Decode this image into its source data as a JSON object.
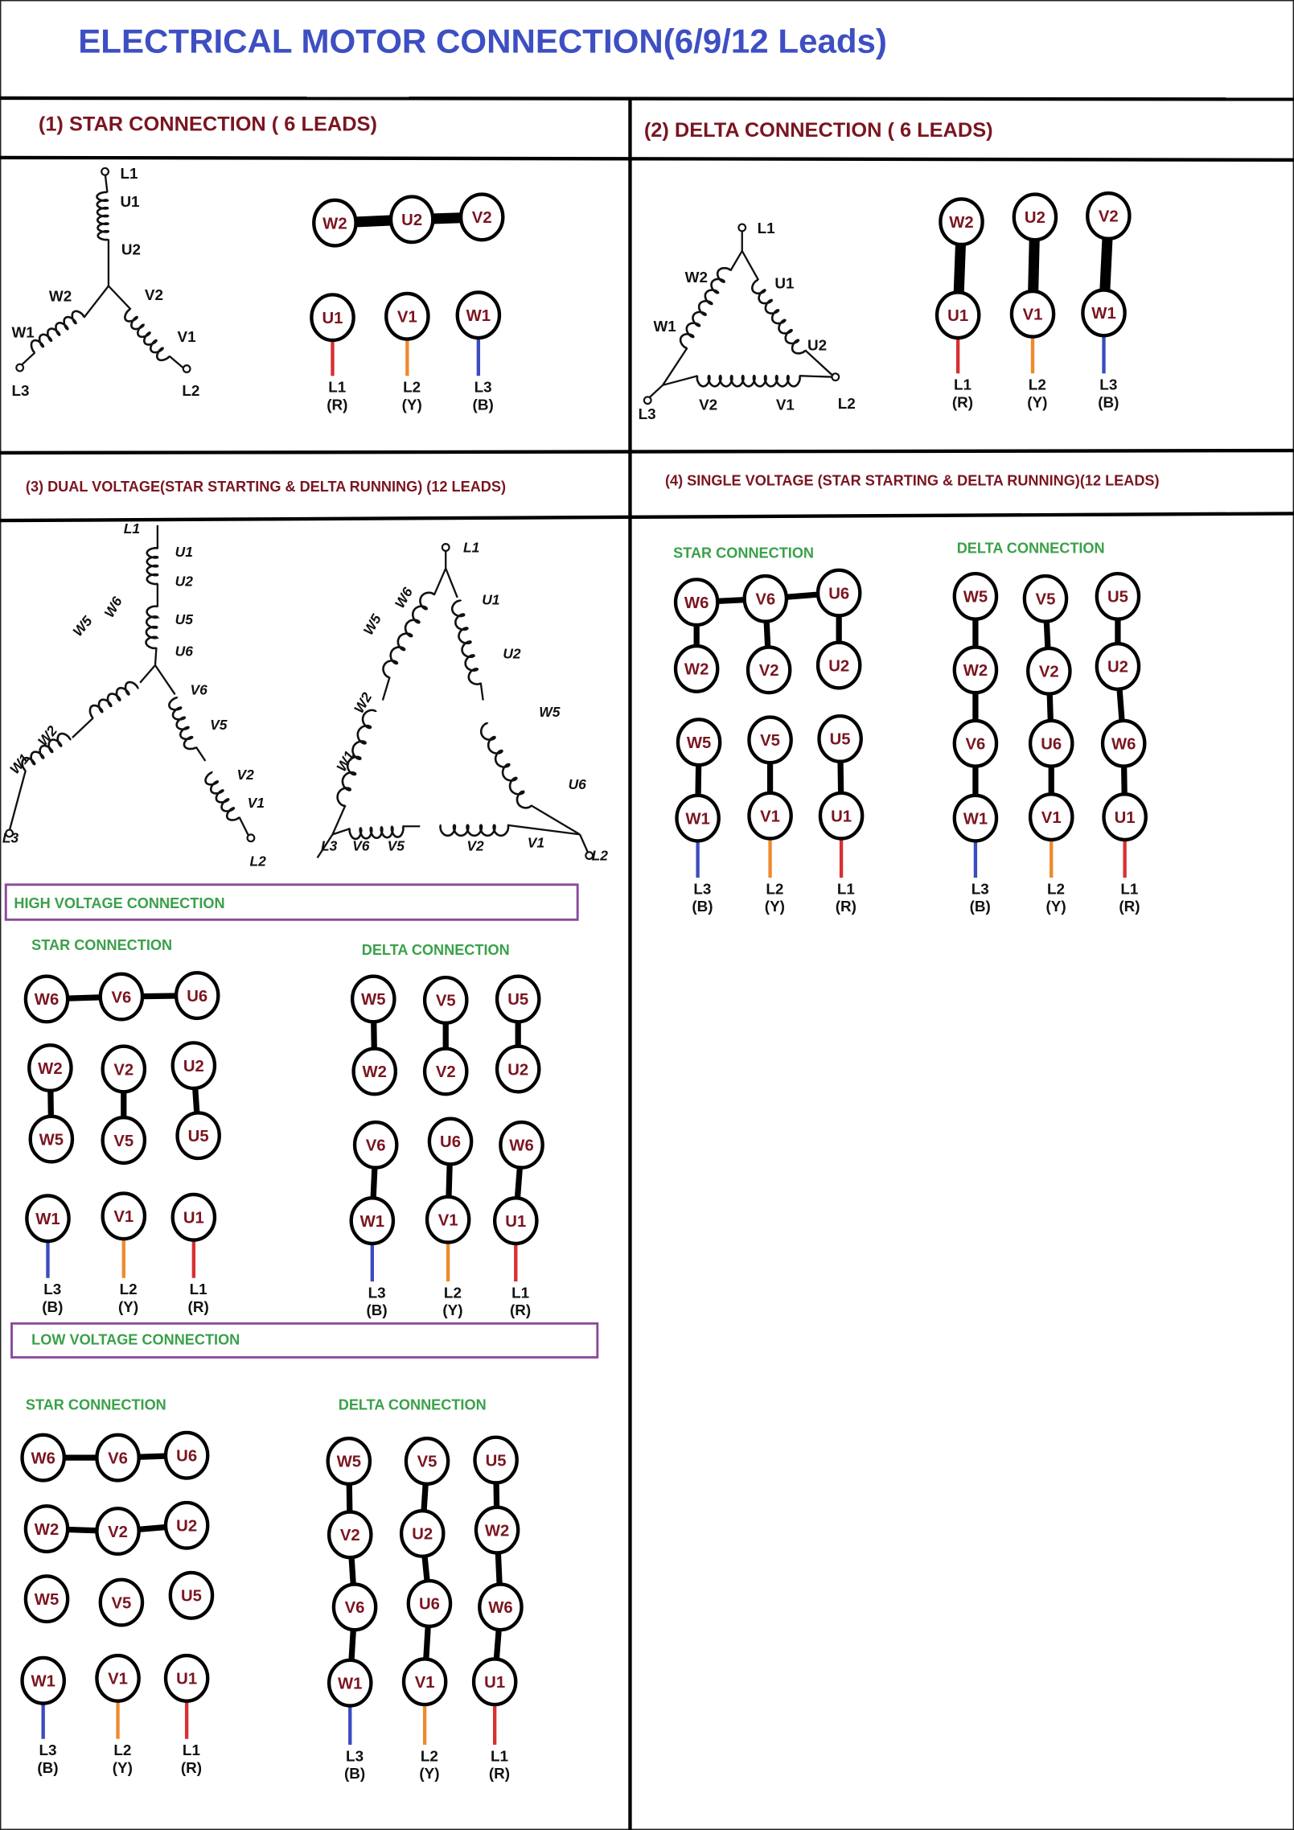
{
  "title": "ELECTRICAL MOTOR CONNECTION(6/9/12 Leads)",
  "colors": {
    "title": "#3d4fc2",
    "section_heading": "#7a1520",
    "subheading": "#3aa04a",
    "voltage_box_border": "#8a4a9a",
    "phase_R": "#d83030",
    "phase_Y": "#ef8a2e",
    "phase_B": "#3b4cbf"
  },
  "sections": [
    {
      "title": "(1) STAR CONNECTION ( 6 LEADS)"
    },
    {
      "title": "(2) DELTA CONNECTION ( 6 LEADS)"
    },
    {
      "title": "(3) DUAL VOLTAGE(STAR STARTING & DELTA RUNNING) (12 LEADS)"
    },
    {
      "title": "(4) SINGLE VOLTAGE (STAR STARTING & DELTA RUNNING)(12 LEADS)"
    }
  ],
  "voltage_boxes": {
    "high": "HIGH VOLTAGE CONNECTION",
    "low": "LOW VOLTAGE CONNECTION"
  },
  "winding_diagrams": [
    {
      "id": "s1-star",
      "labels": [
        "L1",
        "U1",
        "U2",
        "W2",
        "V2",
        "W1",
        "V1",
        "L3",
        "L2"
      ]
    },
    {
      "id": "s2-delta",
      "labels": [
        "L1",
        "W2",
        "U1",
        "W1",
        "U2",
        "L3",
        "V2",
        "V1",
        "L2"
      ]
    },
    {
      "id": "s3-star",
      "labels": [
        "L1",
        "U1",
        "U2",
        "U5",
        "U6",
        "W6",
        "W5",
        "W2",
        "W1",
        "V6",
        "V5",
        "V2",
        "V1",
        "L3",
        "L2"
      ]
    },
    {
      "id": "s3-delta",
      "labels": [
        "L1",
        "W6",
        "U1",
        "W5",
        "U2",
        "W2",
        "W5",
        "W1",
        "U6",
        "L3",
        "V6",
        "V5",
        "V2",
        "V1",
        "L2"
      ]
    }
  ],
  "terminal_boards": [
    {
      "id": "s1",
      "heading": "",
      "terminals": [
        "W2",
        "U2",
        "V2",
        "U1",
        "V1",
        "W1"
      ],
      "links": [
        [
          "W2",
          "U2"
        ],
        [
          "U2",
          "V2"
        ]
      ],
      "leads": [
        {
          "terminal": "U1",
          "line": "L1",
          "phase": "(R)",
          "color": "#d83030"
        },
        {
          "terminal": "V1",
          "line": "L2",
          "phase": "(Y)",
          "color": "#ef8a2e"
        },
        {
          "terminal": "W1",
          "line": "L3",
          "phase": "(B)",
          "color": "#3b4cbf"
        }
      ]
    },
    {
      "id": "s2",
      "heading": "",
      "terminals": [
        "W2",
        "U2",
        "V2",
        "U1",
        "V1",
        "W1"
      ],
      "links": [
        [
          "W2",
          "U1"
        ],
        [
          "U2",
          "V1"
        ],
        [
          "V2",
          "W1"
        ]
      ],
      "leads": [
        {
          "terminal": "U1",
          "line": "L1",
          "phase": "(R)",
          "color": "#d83030"
        },
        {
          "terminal": "V1",
          "line": "L2",
          "phase": "(Y)",
          "color": "#ef8a2e"
        },
        {
          "terminal": "W1",
          "line": "L3",
          "phase": "(B)",
          "color": "#3b4cbf"
        }
      ]
    },
    {
      "id": "hv-star",
      "heading": "STAR CONNECTION",
      "terminals": [
        "W6",
        "V6",
        "U6",
        "W2",
        "V2",
        "U2",
        "W5",
        "V5",
        "U5",
        "W1",
        "V1",
        "U1"
      ],
      "links": [
        [
          "W6",
          "V6"
        ],
        [
          "V6",
          "U6"
        ],
        [
          "W2",
          "W5"
        ],
        [
          "V2",
          "V5"
        ],
        [
          "U2",
          "U5"
        ]
      ],
      "leads": [
        {
          "terminal": "W1",
          "line": "L3",
          "phase": "(B)",
          "color": "#3b4cbf"
        },
        {
          "terminal": "V1",
          "line": "L2",
          "phase": "(Y)",
          "color": "#ef8a2e"
        },
        {
          "terminal": "U1",
          "line": "L1",
          "phase": "(R)",
          "color": "#d83030"
        }
      ]
    },
    {
      "id": "hv-delta",
      "heading": "DELTA CONNECTION",
      "terminals": [
        "W5",
        "V5",
        "U5",
        "W2",
        "V2",
        "U2",
        "V6",
        "U6",
        "W6",
        "W1",
        "V1",
        "U1"
      ],
      "links": [
        [
          "W5",
          "W2"
        ],
        [
          "V5",
          "V2"
        ],
        [
          "U5",
          "U2"
        ],
        [
          "V6",
          "W1"
        ],
        [
          "U6",
          "V1"
        ],
        [
          "W6",
          "U1"
        ]
      ],
      "leads": [
        {
          "terminal": "W1",
          "line": "L3",
          "phase": "(B)",
          "color": "#3b4cbf"
        },
        {
          "terminal": "V1",
          "line": "L2",
          "phase": "(Y)",
          "color": "#ef8a2e"
        },
        {
          "terminal": "U1",
          "line": "L1",
          "phase": "(R)",
          "color": "#d83030"
        }
      ]
    },
    {
      "id": "lv-star",
      "heading": "STAR CONNECTION",
      "terminals": [
        "W6",
        "V6",
        "U6",
        "W2",
        "V2",
        "U2",
        "W5",
        "V5",
        "U5",
        "W1",
        "V1",
        "U1"
      ],
      "links": [
        [
          "W6",
          "V6"
        ],
        [
          "V6",
          "U6"
        ],
        [
          "W2",
          "V2"
        ],
        [
          "V2",
          "U2"
        ]
      ],
      "leads": [
        {
          "terminal": "W1",
          "line": "L3",
          "phase": "(B)",
          "color": "#3b4cbf"
        },
        {
          "terminal": "V1",
          "line": "L2",
          "phase": "(Y)",
          "color": "#ef8a2e"
        },
        {
          "terminal": "U1",
          "line": "L1",
          "phase": "(R)",
          "color": "#d83030"
        }
      ]
    },
    {
      "id": "lv-delta",
      "heading": "DELTA CONNECTION",
      "terminals": [
        "W5",
        "V5",
        "U5",
        "V2",
        "U2",
        "W2",
        "V6",
        "U6",
        "W6",
        "W1",
        "V1",
        "U1"
      ],
      "links": [
        [
          "W5",
          "V2"
        ],
        [
          "V2",
          "V6"
        ],
        [
          "V6",
          "W1"
        ],
        [
          "V5",
          "U2"
        ],
        [
          "U2",
          "U6"
        ],
        [
          "U6",
          "V1"
        ],
        [
          "U5",
          "W2"
        ],
        [
          "W2",
          "W6"
        ],
        [
          "W6",
          "U1"
        ]
      ],
      "leads": [
        {
          "terminal": "W1",
          "line": "L3",
          "phase": "(B)",
          "color": "#3b4cbf"
        },
        {
          "terminal": "V1",
          "line": "L2",
          "phase": "(Y)",
          "color": "#ef8a2e"
        },
        {
          "terminal": "U1",
          "line": "L1",
          "phase": "(R)",
          "color": "#d83030"
        }
      ]
    },
    {
      "id": "s4-star",
      "heading": "STAR CONNECTION",
      "terminals": [
        "W6",
        "V6",
        "U6",
        "W2",
        "V2",
        "U2",
        "W5",
        "V5",
        "U5",
        "W1",
        "V1",
        "U1"
      ],
      "links": [
        [
          "W6",
          "V6"
        ],
        [
          "V6",
          "U6"
        ],
        [
          "W6",
          "W2"
        ],
        [
          "V6",
          "V2"
        ],
        [
          "U6",
          "U2"
        ],
        [
          "W5",
          "W1"
        ],
        [
          "V5",
          "V1"
        ],
        [
          "U5",
          "U1"
        ]
      ],
      "leads": [
        {
          "terminal": "W1",
          "line": "L3",
          "phase": "(B)",
          "color": "#3b4cbf"
        },
        {
          "terminal": "V1",
          "line": "L2",
          "phase": "(Y)",
          "color": "#ef8a2e"
        },
        {
          "terminal": "U1",
          "line": "L1",
          "phase": "(R)",
          "color": "#d83030"
        }
      ]
    },
    {
      "id": "s4-delta",
      "heading": "DELTA CONNECTION",
      "terminals": [
        "W5",
        "V5",
        "U5",
        "W2",
        "V2",
        "U2",
        "V6",
        "U6",
        "W6",
        "W1",
        "V1",
        "U1"
      ],
      "links": [
        [
          "W5",
          "W2"
        ],
        [
          "W2",
          "V6"
        ],
        [
          "V6",
          "W1"
        ],
        [
          "V5",
          "V2"
        ],
        [
          "V2",
          "U6"
        ],
        [
          "U6",
          "V1"
        ],
        [
          "U5",
          "U2"
        ],
        [
          "U2",
          "W6"
        ],
        [
          "W6",
          "U1"
        ]
      ],
      "leads": [
        {
          "terminal": "W1",
          "line": "L3",
          "phase": "(B)",
          "color": "#3b4cbf"
        },
        {
          "terminal": "V1",
          "line": "L2",
          "phase": "(Y)",
          "color": "#ef8a2e"
        },
        {
          "terminal": "U1",
          "line": "L1",
          "phase": "(R)",
          "color": "#d83030"
        }
      ]
    }
  ]
}
